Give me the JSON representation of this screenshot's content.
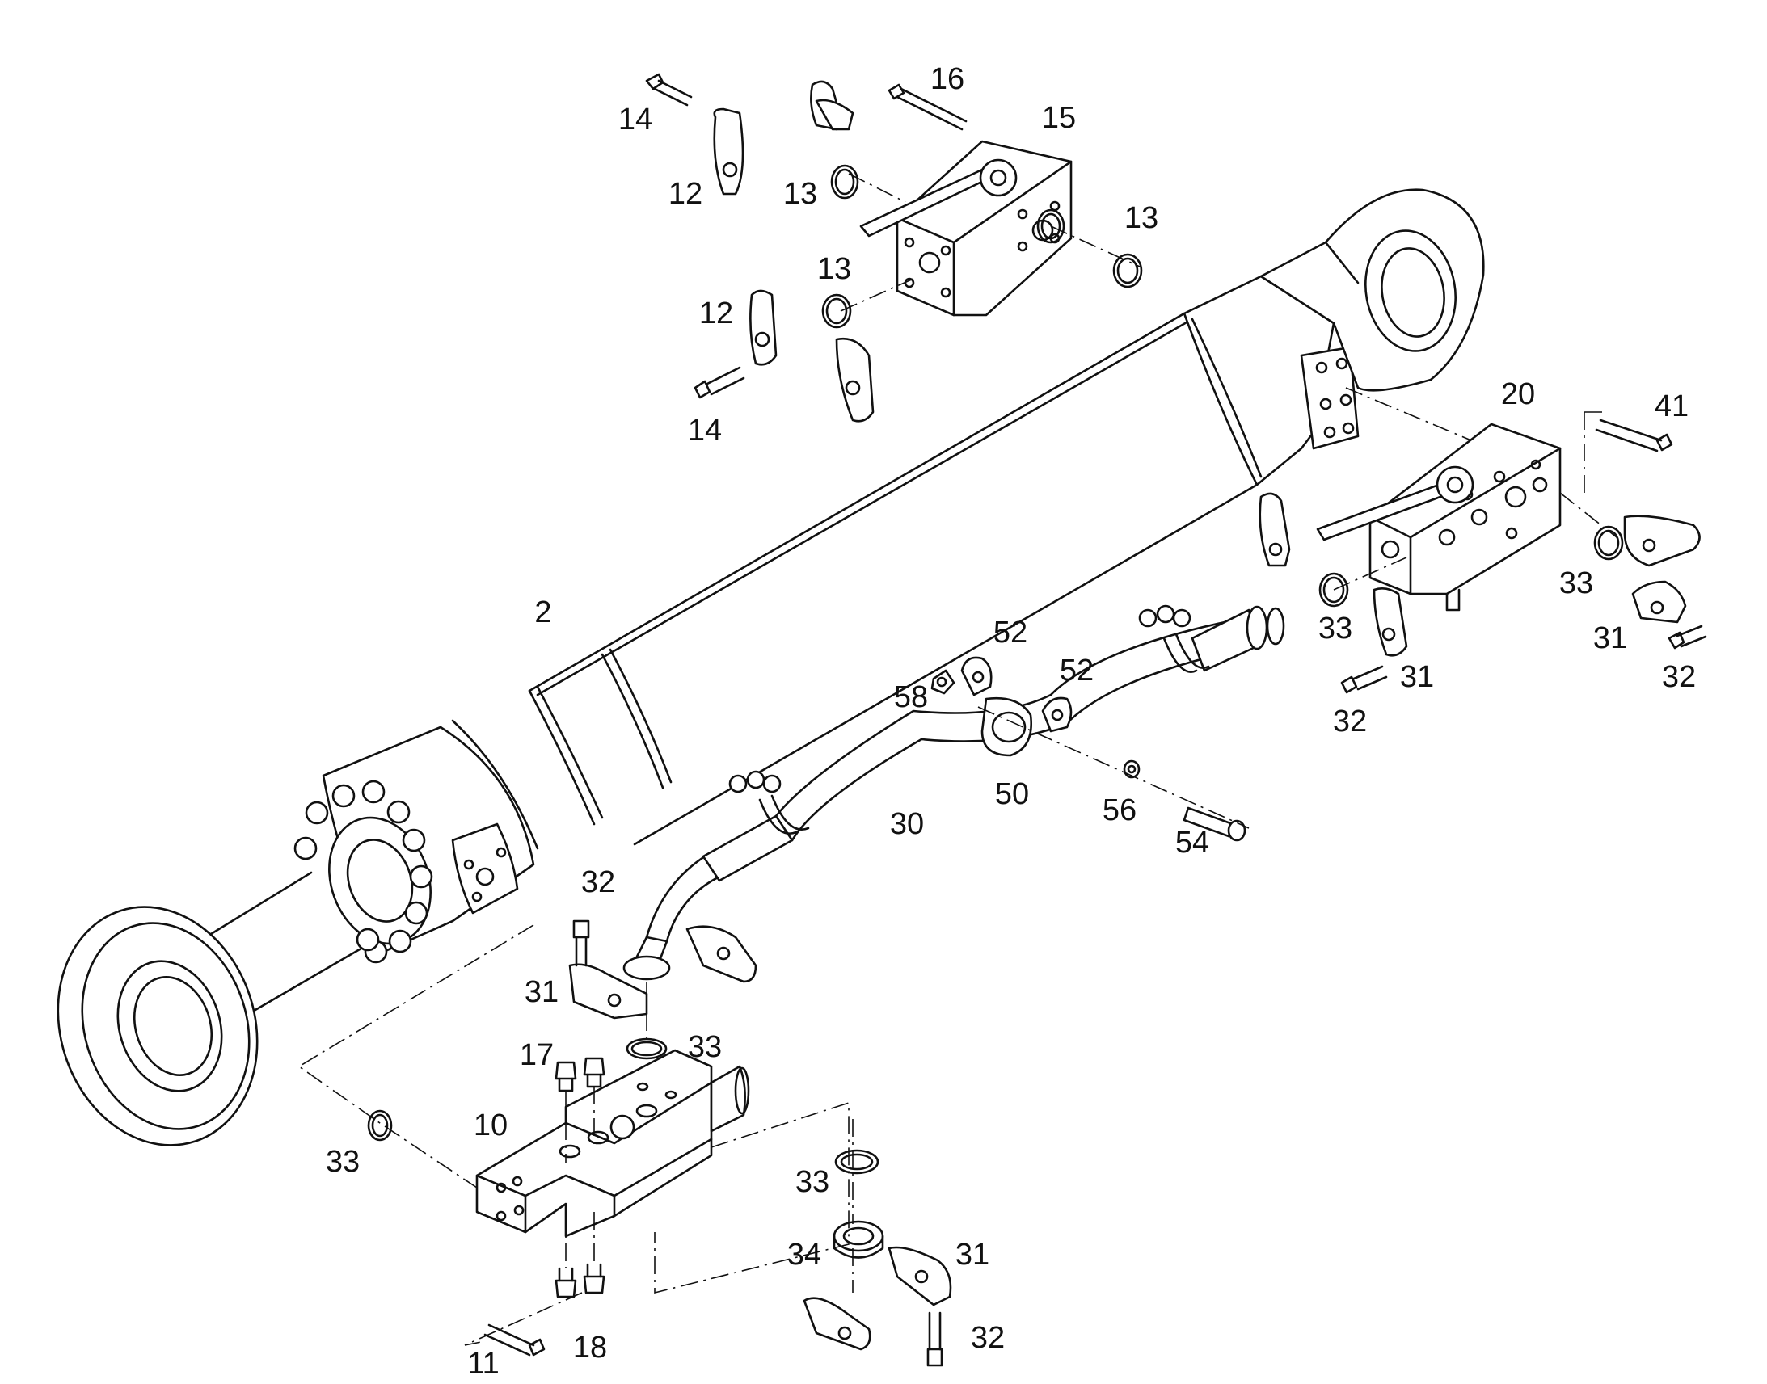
{
  "diagram": {
    "callouts": [
      {
        "id": "c2",
        "text": "2"
      },
      {
        "id": "c10",
        "text": "10"
      },
      {
        "id": "c11",
        "text": "11"
      },
      {
        "id": "c12a",
        "text": "12"
      },
      {
        "id": "c12b",
        "text": "12"
      },
      {
        "id": "c13a",
        "text": "13"
      },
      {
        "id": "c13b",
        "text": "13"
      },
      {
        "id": "c13c",
        "text": "13"
      },
      {
        "id": "c14a",
        "text": "14"
      },
      {
        "id": "c14b",
        "text": "14"
      },
      {
        "id": "c15",
        "text": "15"
      },
      {
        "id": "c16",
        "text": "16"
      },
      {
        "id": "c17",
        "text": "17"
      },
      {
        "id": "c18",
        "text": "18"
      },
      {
        "id": "c20",
        "text": "20"
      },
      {
        "id": "c30",
        "text": "30"
      },
      {
        "id": "c31a",
        "text": "31"
      },
      {
        "id": "c31b",
        "text": "31"
      },
      {
        "id": "c31c",
        "text": "31"
      },
      {
        "id": "c31d",
        "text": "31"
      },
      {
        "id": "c32a",
        "text": "32"
      },
      {
        "id": "c32b",
        "text": "32"
      },
      {
        "id": "c32c",
        "text": "32"
      },
      {
        "id": "c32d",
        "text": "32"
      },
      {
        "id": "c33a",
        "text": "33"
      },
      {
        "id": "c33b",
        "text": "33"
      },
      {
        "id": "c33c",
        "text": "33"
      },
      {
        "id": "c33d",
        "text": "33"
      },
      {
        "id": "c33e",
        "text": "33"
      },
      {
        "id": "c34",
        "text": "34"
      },
      {
        "id": "c41",
        "text": "41"
      },
      {
        "id": "c50",
        "text": "50"
      },
      {
        "id": "c52a",
        "text": "52"
      },
      {
        "id": "c52b",
        "text": "52"
      },
      {
        "id": "c54",
        "text": "54"
      },
      {
        "id": "c56",
        "text": "56"
      },
      {
        "id": "c58",
        "text": "58"
      }
    ]
  }
}
